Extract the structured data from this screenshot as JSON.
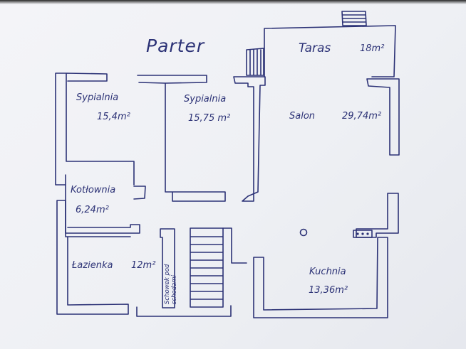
{
  "title": "Parter",
  "rooms": [
    {
      "name": "Sypialnia",
      "area": "15,4m²"
    },
    {
      "name": "Sypialnia",
      "area": "15,75 m²"
    },
    {
      "name": "Salon",
      "area": "29,74m²"
    },
    {
      "name": "Kotłownia",
      "area": "6,24m²"
    },
    {
      "name": "Łazienka",
      "area": "12m²"
    },
    {
      "name": "Kuchnia",
      "area": "13,36m²"
    },
    {
      "name": "Taras",
      "area": "18m²"
    },
    {
      "name": "Schowek pod",
      "line2": "schodami"
    }
  ],
  "colors": {
    "ink": "#2c3276",
    "paper": "#f0f1f5"
  }
}
